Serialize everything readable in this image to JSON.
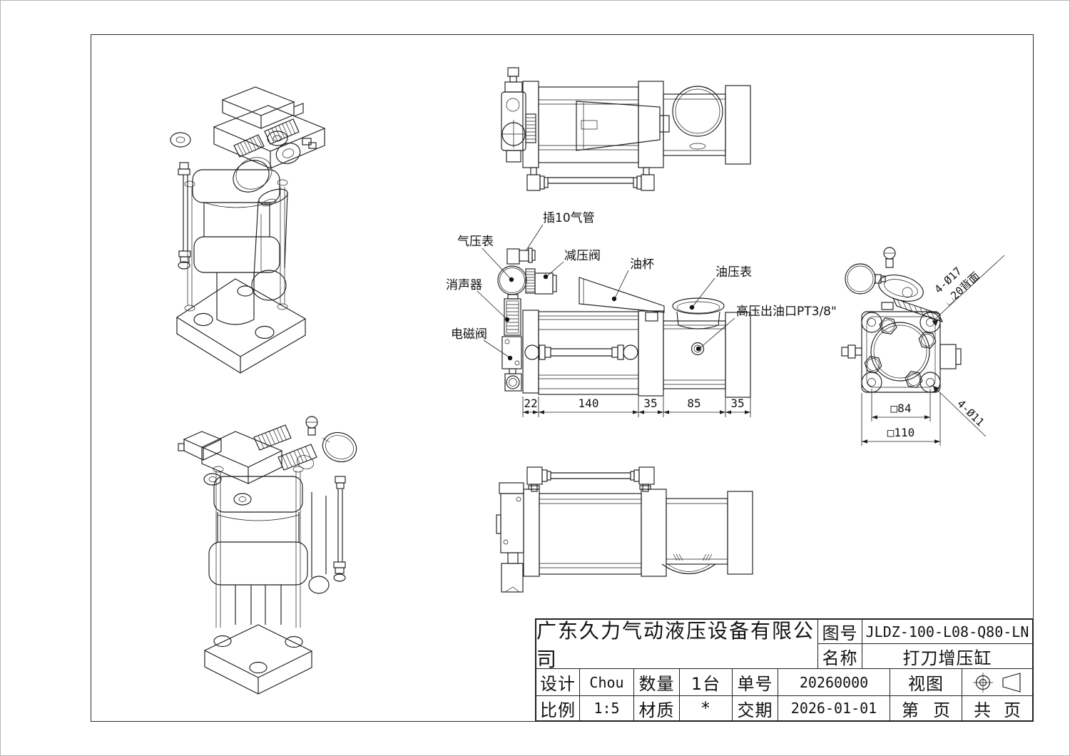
{
  "labels": {
    "air_tube": "插10气管",
    "air_gauge": "气压表",
    "reducing_valve": "减压阀",
    "oil_cup": "油杯",
    "oil_gauge": "油压表",
    "muffler": "消声器",
    "solenoid_valve": "电磁阀",
    "hp_oil_outlet": "高压出油口PT3/8\""
  },
  "dims": {
    "front": [
      "22",
      "140",
      "35",
      "85",
      "35"
    ],
    "sq84": "□84",
    "sq110": "□110",
    "holes17": "4-Ø17",
    "holes17_note": "⌴20背面",
    "holes11": "4-Ø11"
  },
  "tb": {
    "company": "广东久力气动液压设备有限公司",
    "drawing_no_label": "图号",
    "drawing_no": "JLDZ-100-L08-Q80-LN",
    "name_label": "名称",
    "name": "打刀增压缸",
    "design_label": "设计",
    "design_value": "Chou",
    "qty_label": "数量",
    "qty_value": "1台",
    "order_label": "单号",
    "order_value": "20260000",
    "view_label": "视图",
    "scale_label": "比例",
    "scale_value": "1:5",
    "material_label": "材质",
    "material_value": "*",
    "delivery_label": "交期",
    "delivery_value": "2026-01-01",
    "page_prefix": "第",
    "page_suffix": "页",
    "total_prefix": "共",
    "total_suffix": "页"
  }
}
